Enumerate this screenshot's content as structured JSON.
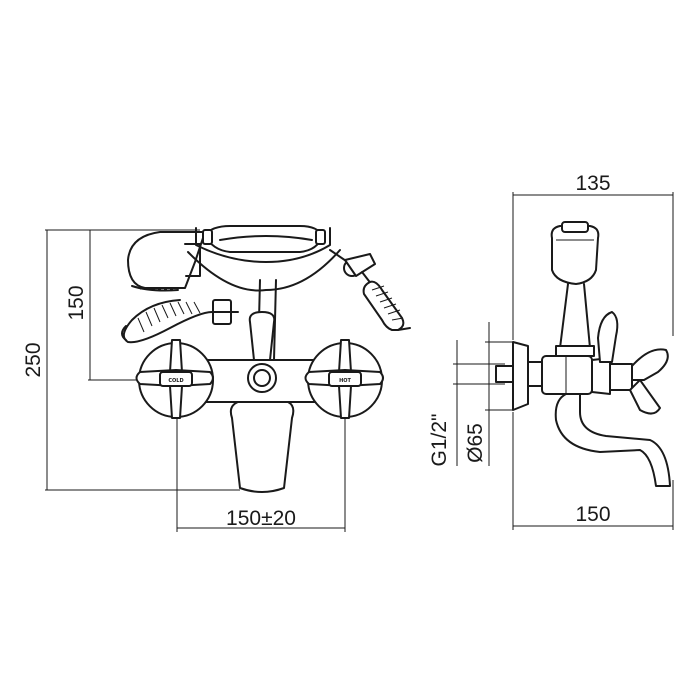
{
  "front_view": {
    "dim_total_height": "250",
    "dim_upper_height": "150",
    "dim_center_distance": "150±20",
    "handle_left_label": "COLD",
    "handle_right_label": "HOT"
  },
  "side_view": {
    "dim_depth_top": "135",
    "dim_depth_bottom": "150",
    "dim_thread": "G1/2\"",
    "dim_rosette_diameter": "Ø65"
  }
}
